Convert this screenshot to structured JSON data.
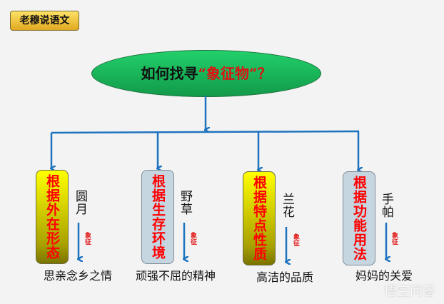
{
  "badge": "老穆说语文",
  "title": {
    "prefix": "如何找寻",
    "highlight": "“象征物”",
    "suffix": "？"
  },
  "branches": [
    {
      "method": "根据外在形态",
      "object": "圆月",
      "symbol": "象征",
      "meaning": "思亲念乡之情",
      "style": "yellow"
    },
    {
      "method": "根据生存环境",
      "object": "野草",
      "symbol": "象征",
      "meaning": "顽强不屈的精神",
      "style": "blue"
    },
    {
      "method": "根据特点性质",
      "object": "兰花",
      "symbol": "象征",
      "meaning": "高洁的品质",
      "style": "yellow"
    },
    {
      "method": "根据功能用法",
      "object": "手帕",
      "symbol": "象征",
      "meaning": "妈妈的关爱",
      "style": "blue"
    }
  ],
  "watermark": "悟空问答",
  "colors": {
    "arrow": "#1e73be",
    "method_text": "#ff0000"
  }
}
